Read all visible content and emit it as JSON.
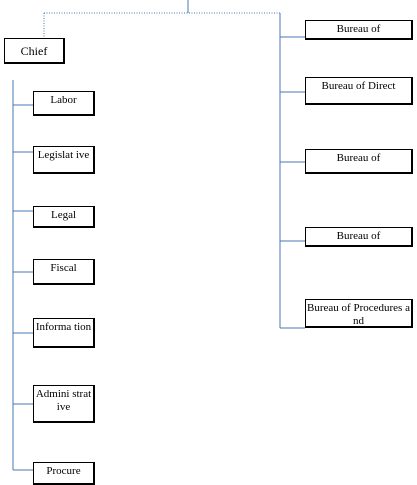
{
  "chart": {
    "chief": "Chief",
    "left_units": [
      "Labor",
      "Legislat ive",
      "Legal",
      "Fiscal",
      "Informa tion",
      "Admini strative",
      "Procure"
    ],
    "right_units": [
      "Bureau of",
      "Bureau of Direct",
      "Bureau of",
      "Bureau of",
      "Bureau of Procedures and"
    ]
  },
  "colors": {
    "connector": "#4a7ab5",
    "border": "#000000",
    "background": "#ffffff"
  }
}
